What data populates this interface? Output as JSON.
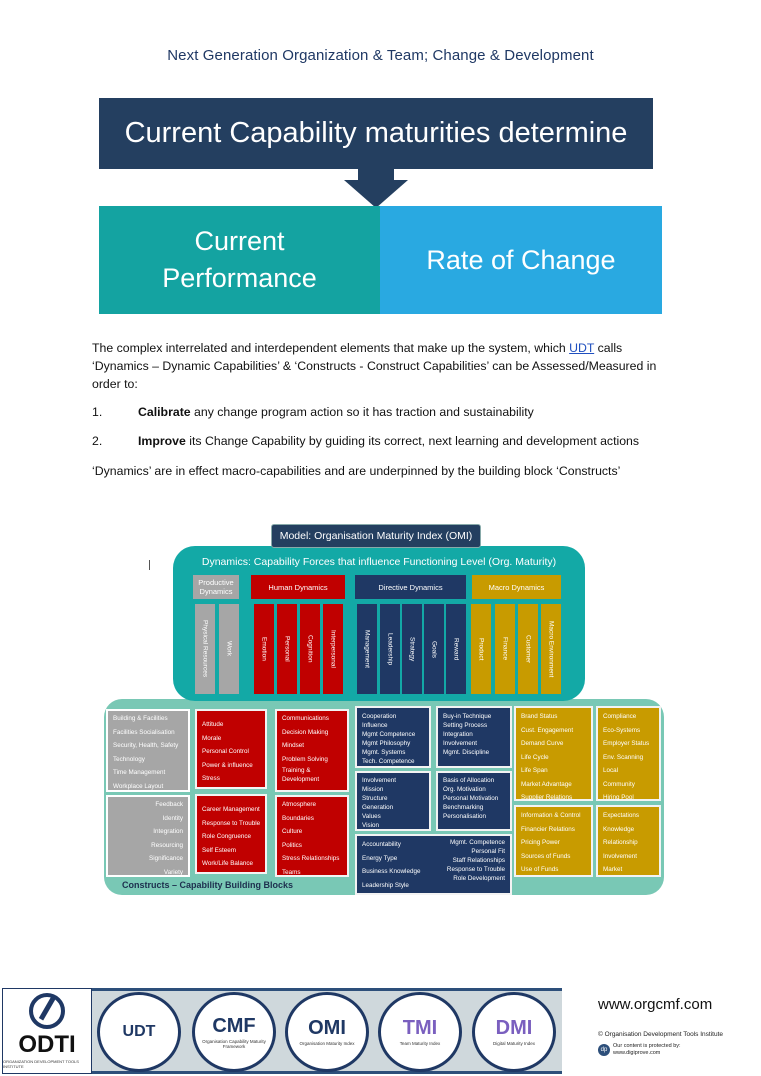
{
  "page_title": "Next Generation Organization & Team; Change & Development",
  "banner": {
    "top": "Current Capability maturities determine",
    "left_line1": "Current",
    "left_line2": "Performance",
    "right": "Rate of Change",
    "colors": {
      "navy": "#243f60",
      "teal": "#14a3a1",
      "blue": "#29a9e1"
    }
  },
  "intro": {
    "p1_before": "The complex interrelated and interdependent elements that make up the system, which ",
    "p1_link": "UDT",
    "p1_after": " calls ‘Dynamics – Dynamic Capabilities’ & ‘Constructs - Construct Capabilities’ can be Assessed/Measured in order to:",
    "items": [
      {
        "num": "1.",
        "bold": "Calibrate",
        "text": " any change program action so it has traction and sustainability"
      },
      {
        "num": "2.",
        "bold": "Improve",
        "text": " its Change Capability by guiding its correct, next learning and development actions"
      }
    ],
    "p2": "‘Dynamics’ are in effect macro-capabilities and are underpinned by the building block ‘Constructs’"
  },
  "diagram": {
    "model_title": "Model: Organisation Maturity Index (OMI)",
    "dynamics_title": "Dynamics: Capability Forces that influence Functioning Level (Org. Maturity)",
    "constructs_title": "Constructs – Capability Building Blocks",
    "groups": [
      {
        "title": "Productive Dynamics",
        "cols": [
          "Physical Resources",
          "Work"
        ]
      },
      {
        "title": "Human Dynamics",
        "cols": [
          "Emotion",
          "Personal",
          "Cognition",
          "Interpersonal"
        ]
      },
      {
        "title": "Directive Dynamics",
        "cols": [
          "Management",
          "Leadership",
          "Strategy",
          "Goals",
          "Reward"
        ]
      },
      {
        "title": "Macro Dynamics",
        "cols": [
          "Product",
          "Finance",
          "Customer",
          "Macro Environment"
        ]
      }
    ],
    "boxes": {
      "grey1": [
        "Building & Facilities",
        "Facilities Socialisation",
        "Security, Health, Safety",
        "Technology",
        "Time Management",
        "Workplace Layout"
      ],
      "grey2": [
        "Feedback",
        "Identity",
        "Integration",
        "Resourcing",
        "Significance",
        "Variety"
      ],
      "red1": [
        "Attitude",
        "Morale",
        "Personal Control",
        "Power & influence",
        "Stress"
      ],
      "red2": [
        "Career Management",
        "Response to Trouble",
        "Role Congruence",
        "Self Esteem",
        "Work/Life Balance"
      ],
      "red3": [
        "Communications",
        "Decision Making",
        "Mindset",
        "Problem Solving",
        "Training &",
        "Development"
      ],
      "red4": [
        "Atmosphere",
        "Boundaries",
        "Culture",
        "Politics",
        "Stress Relationships",
        "Teams"
      ],
      "navy1": [
        "Cooperation",
        "Influence",
        "Mgmt Competence",
        "Mgmt Philosophy",
        "Mgmt. Systems",
        "Tech. Competence"
      ],
      "navy2": [
        "Buy-in Technique",
        "Setting Process",
        "Integration",
        "Involvement",
        "Mgmt. Discipline"
      ],
      "navy3": [
        "Involvement",
        "Mission",
        "Structure",
        "Generation",
        "Values",
        "Vision"
      ],
      "navy4": [
        "Basis of Allocation",
        "Org. Motivation",
        "Personal Motivation",
        "Benchmarking",
        "Personalisation"
      ],
      "navy5": [
        "Accountability",
        "Energy Type",
        "Business Knowledge",
        "Leadership Style"
      ],
      "navy6": [
        "Mgmt. Competence",
        "Personal Fit",
        "Staff Relationships",
        "Response to Trouble",
        "Role Development"
      ],
      "gold1": [
        "Brand Status",
        "Cust. Engagement",
        "Demand Curve",
        "Life Cycle",
        "Life Span",
        "Market Advantage",
        "Supplier Relations"
      ],
      "gold2": [
        "Compliance",
        "Eco-Systems",
        "Employer Status",
        "Env. Scanning",
        "Local",
        "Community",
        "Hiring Pool"
      ],
      "gold3": [
        "Information & Control",
        "Financier Relations",
        "Pricing Power",
        "Sources of Funds",
        "Use of Funds"
      ],
      "gold4": [
        "Expectations",
        "Knowledge",
        "Relationship",
        "Involvement",
        "Market"
      ]
    }
  },
  "footer": {
    "logos": [
      {
        "name": "ODTI",
        "sub": "ORGANIZATION DEVELOPMENT TOOLS INSTITUTE"
      },
      {
        "name": "UDT",
        "sub": ""
      },
      {
        "name": "CMF",
        "sub": "Organisation Capability Maturity Framework"
      },
      {
        "name": "OMI",
        "sub": "Organisation Maturity Index"
      },
      {
        "name": "TMI",
        "sub": "Team Maturity Index"
      },
      {
        "name": "DMI",
        "sub": "Digital Maturity Index"
      }
    ],
    "website": "www.orgcmf.com",
    "copyright": "© Organisation Development Tools Institute",
    "protected_line1": "Our content is protected by:",
    "protected_line2": "www.digiprove.com"
  }
}
